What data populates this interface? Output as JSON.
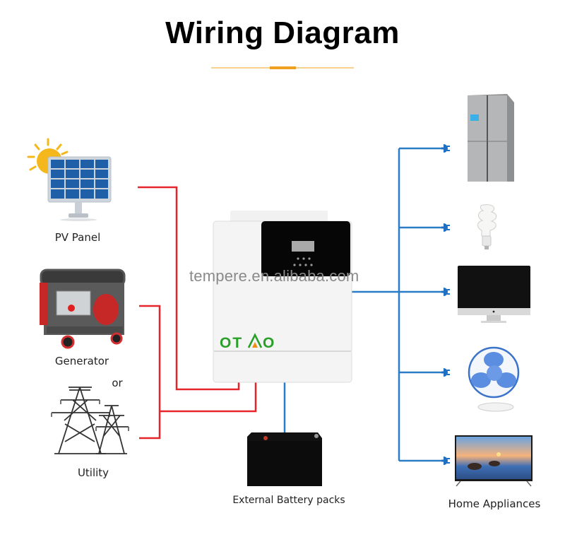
{
  "title": "Wiring Diagram",
  "colors": {
    "accent_underline": "#f0a020",
    "ac_wire": "#e8242b",
    "load_wire": "#2a7cc7",
    "brand_green": "#2aa02a",
    "brand_orange": "#f28c12"
  },
  "sources": {
    "pv_panel": "PV Panel",
    "generator": "Generator",
    "or": "or",
    "utility": "Utility"
  },
  "inverter": {
    "brand": "OTAO"
  },
  "battery": {
    "label": "External Battery packs"
  },
  "loads": {
    "label": "Home Appliances",
    "items": [
      "refrigerator",
      "light-bulb",
      "computer-monitor",
      "desk-fan",
      "television"
    ]
  },
  "watermark": "tempere.en.alibaba.com"
}
